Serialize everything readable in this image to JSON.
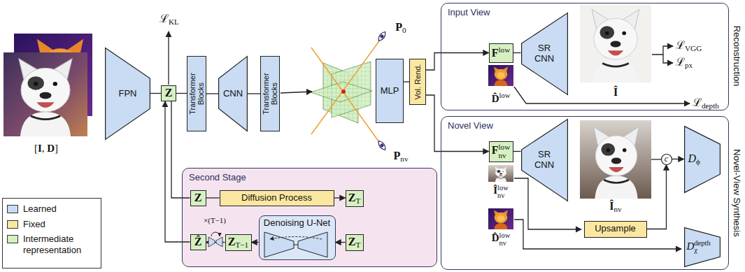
{
  "diagram": {
    "nodes": [
      {
        "text": [
          "FPN"
        ]
      },
      {
        "text": [
          "Z"
        ]
      },
      {
        "text": [
          "Transformer Blocks"
        ]
      },
      {
        "text": [
          "CNN"
        ]
      },
      {
        "text": [
          "Transformer Blocks"
        ]
      },
      {
        "text": [
          "MLP"
        ]
      },
      {
        "text": [
          "Vol. Rend."
        ]
      },
      {
        "text": [
          "Input View"
        ]
      },
      {
        "text": [
          "Flow"
        ],
        "in": 7
      },
      {
        "text": [
          "SR CNN"
        ],
        "in": 7
      },
      {
        "text": [
          "Novel View"
        ]
      },
      {
        "text": [
          "Flownv"
        ],
        "in": 10
      },
      {
        "text": [
          "SR CNN"
        ],
        "in": 10
      },
      {
        "text": [
          "c"
        ],
        "in": 10
      },
      {
        "text": [
          "Dϕ"
        ],
        "in": 10
      },
      {
        "text": [
          "Upsample"
        ],
        "in": 10
      },
      {
        "text": [
          "Ddepthχ"
        ],
        "in": 10
      },
      {
        "text": [
          "Second Stage"
        ]
      },
      {
        "text": [
          "Z"
        ],
        "in": 17
      },
      {
        "text": [
          "Diffusion Process"
        ],
        "in": 17
      },
      {
        "text": [
          "ZT"
        ],
        "in": 17
      },
      {
        "text": [
          "Ẑ"
        ],
        "in": 17
      },
      {
        "text": [
          "ZT−1"
        ],
        "in": 17
      },
      {
        "text": [
          "Denoising U-Net"
        ],
        "in": 17
      },
      {
        "text": [
          "ZT"
        ],
        "in": 17
      }
    ],
    "edges": [
      {
        "from": 0,
        "to": 1,
        "arrow": "none"
      },
      {
        "from": 1,
        "to": 2,
        "arrow": "none"
      },
      {
        "from": 2,
        "to": 3,
        "arrow": "none"
      },
      {
        "from": 3,
        "to": 4,
        "arrow": "none"
      },
      {
        "from": 5,
        "to": 6,
        "arrow": "none"
      },
      {
        "from": 6,
        "to": 8,
        "arrow": "to"
      },
      {
        "from": 6,
        "to": 11,
        "arrow": "to"
      },
      {
        "from": 8,
        "to": 9,
        "arrow": "none"
      },
      {
        "from": 11,
        "to": 12,
        "arrow": "none"
      },
      {
        "from": 15,
        "to": 13,
        "arrow": "to"
      },
      {
        "from": 13,
        "to": 14,
        "arrow": "to"
      },
      {
        "from": 1,
        "to": 18,
        "arrow": "none"
      },
      {
        "from": 21,
        "to": 1,
        "arrow": "to"
      },
      {
        "from": 18,
        "to": 19,
        "arrow": "none"
      },
      {
        "from": 19,
        "to": 20,
        "arrow": "to"
      },
      {
        "from": 24,
        "to": 23,
        "arrow": "to"
      },
      {
        "from": 23,
        "to": 22,
        "arrow": "to"
      },
      {
        "from": 22,
        "to": 21,
        "arrow": "to"
      }
    ],
    "labels": [
      "[I, D]",
      "ℒKL",
      "P0",
      "Pnv",
      "D̂low",
      "Î",
      "ℒVGG",
      "ℒpx",
      "ℒdepth",
      "Reconstruction",
      "Înv",
      "Îlownv",
      "D̂lownv",
      "Novel-View Synthesis",
      "×(T−1)"
    ],
    "legend": [
      {
        "text": "Learned",
        "color": "#c9dcf3"
      },
      {
        "text": "Fixed",
        "color": "#fbe7a1"
      },
      {
        "text": "Intermediate representation",
        "color": "#d7f0c2"
      }
    ]
  }
}
